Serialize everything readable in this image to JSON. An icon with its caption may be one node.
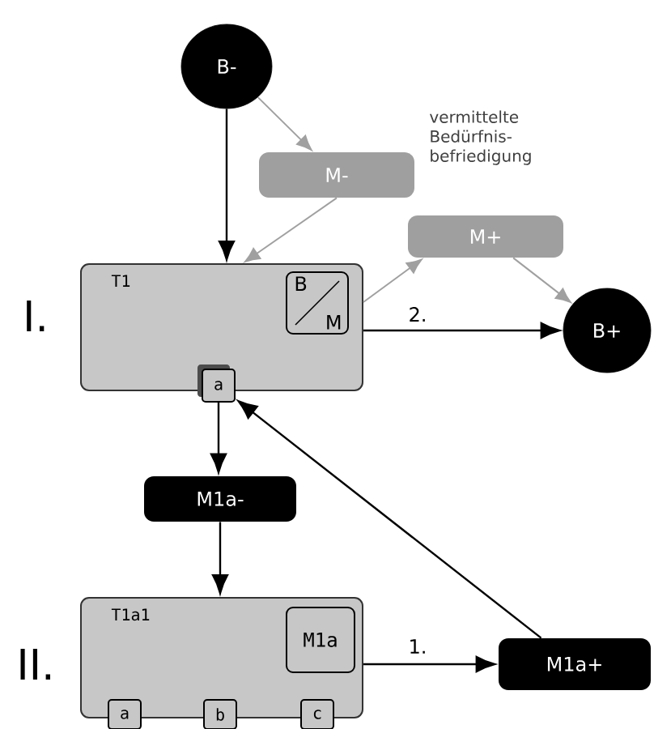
{
  "diagram": {
    "nodes": [
      {
        "text": [
          "B-"
        ]
      },
      {
        "text": [
          "M-"
        ]
      },
      {
        "text": [
          "M+"
        ]
      },
      {
        "text": [
          "T1"
        ]
      },
      {
        "text": [
          "B",
          "M"
        ],
        "in": 3
      },
      {
        "text": [
          "B+"
        ]
      },
      {
        "text": [
          "a"
        ]
      },
      {
        "text": [
          "M1a-"
        ]
      },
      {
        "text": [
          "T1a1"
        ]
      },
      {
        "text": [
          "M1a"
        ],
        "in": 8
      },
      {
        "text": [
          "M1a+"
        ]
      },
      {
        "text": [
          "a"
        ]
      },
      {
        "text": [
          "b"
        ]
      },
      {
        "text": [
          "c"
        ]
      }
    ],
    "edges": [
      {
        "from": 0,
        "to": 3,
        "arrow": "to"
      },
      {
        "from": 0,
        "to": 1,
        "arrow": "to",
        "color": "#a0a0a0"
      },
      {
        "from": 1,
        "to": 3,
        "arrow": "to",
        "color": "#a0a0a0"
      },
      {
        "from": 3,
        "to": 2,
        "arrow": "to",
        "color": "#a0a0a0"
      },
      {
        "from": 2,
        "to": 5,
        "arrow": "to",
        "color": "#a0a0a0"
      },
      {
        "from": 3,
        "to": 5,
        "arrow": "to",
        "label": "2."
      },
      {
        "from": 6,
        "to": 7,
        "arrow": "to"
      },
      {
        "from": 7,
        "to": 8,
        "arrow": "to"
      },
      {
        "from": 8,
        "to": 10,
        "arrow": "to",
        "label": "1."
      },
      {
        "from": 10,
        "to": 6,
        "arrow": "to"
      }
    ],
    "labels": [
      "vermittelte Bedürfnis-befriedigung",
      "I.",
      "II."
    ]
  }
}
